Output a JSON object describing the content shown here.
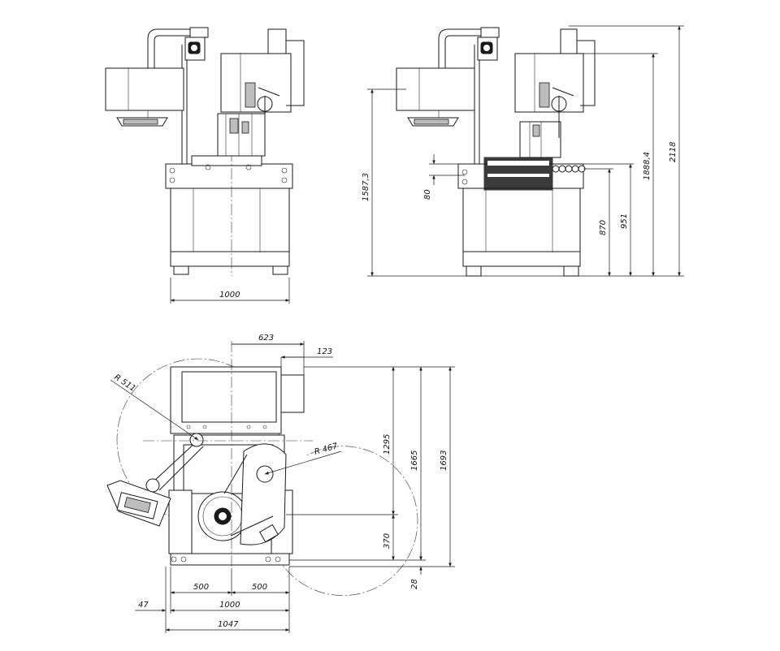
{
  "dimensions": {
    "front_width": "1000",
    "side_height_total": "2118",
    "side_height_upper": "1888,4",
    "side_height_monitor": "1587,3",
    "side_height_table": "951",
    "side_height_base": "870",
    "side_height_small": "80",
    "top_offset_623": "623",
    "top_offset_123": "123",
    "top_radius_left": "R 511",
    "top_radius_right": "R 467",
    "top_depth_1295": "1295",
    "top_depth_1665": "1665",
    "top_depth_1693": "1693",
    "top_depth_370": "370",
    "top_depth_28": "28",
    "top_width_500_left": "500",
    "top_width_500_right": "500",
    "top_width_47": "47",
    "top_width_1000": "1000",
    "top_width_1047": "1047"
  }
}
